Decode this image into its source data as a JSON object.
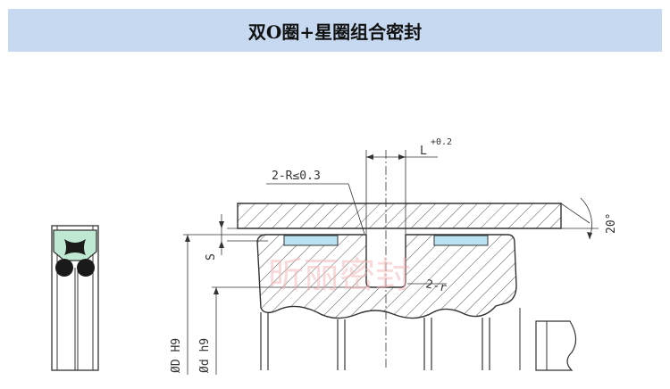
{
  "title": "双O圈+星圈组合密封",
  "labels": {
    "radius": "2-R≤0.3",
    "length": "L",
    "length_tol": "+0.2",
    "angle": "20°",
    "s": "S",
    "r2": "2-r",
    "bore": "ØD H9",
    "rod": "Ød h9"
  },
  "watermark": "昕丽密封",
  "colors": {
    "title_bg": "#c6d9f0",
    "seal_ring": "#b9e3f2",
    "star_ring": "#bfe8d2",
    "o_ring": "#1a1a1a",
    "line": "#333333"
  }
}
